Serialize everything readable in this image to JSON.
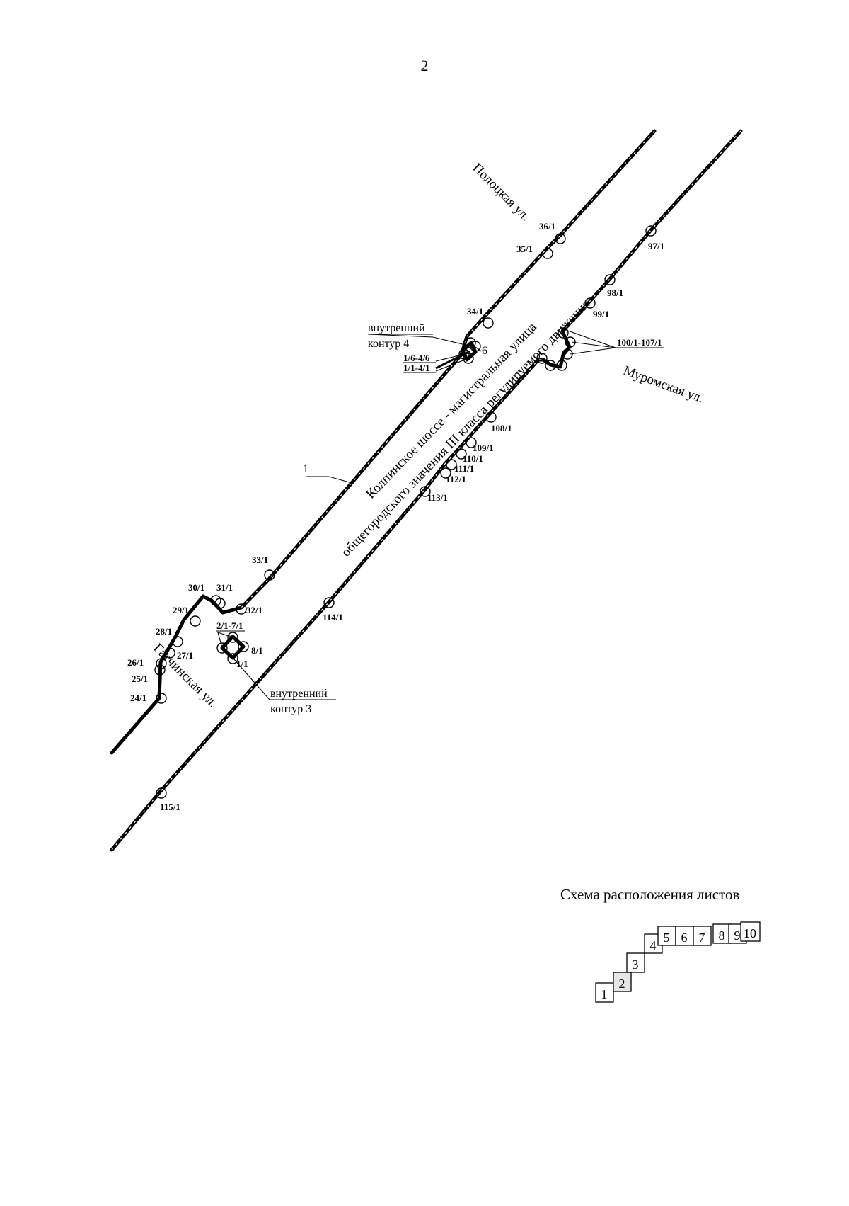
{
  "page": {
    "number": "2"
  },
  "streets": {
    "polotskaya": "Полоцкая ул.",
    "muromskaya": "Муромская ул.",
    "gatchinskaya": "Гатчинская ул."
  },
  "road": {
    "line1": "Колпинское шоссе - магистральная улица",
    "line2": "общегородского значения III класса регулируемого движения"
  },
  "contours": {
    "inner4_line1": "внутренний",
    "inner4_line2": "контур 4",
    "inner3_line1": "внутренний",
    "inner3_line2": "контур 3",
    "contour1_label": "1",
    "contour6_label": "6"
  },
  "points": {
    "p36": "36/1",
    "p35": "35/1",
    "p34": "34/1",
    "p16_46": "1/6-4/6",
    "p11_41": "1/1-4/1",
    "p97": "97/1",
    "p98": "98/1",
    "p99": "99/1",
    "p100_107": "100/1-107/1",
    "p108": "108/1",
    "p109": "109/1",
    "p110": "110/1",
    "p111": "111/1",
    "p112": "112/1",
    "p113": "113/1",
    "p114": "114/1",
    "p115": "115/1",
    "p33": "33/1",
    "p30": "30/1",
    "p31": "31/1",
    "p32": "32/1",
    "p29": "29/1",
    "p28": "28/1",
    "p27": "27/1",
    "p26": "26/1",
    "p25": "25/1",
    "p24": "24/1",
    "p2_7": "2/1-7/1",
    "p8": "8/1",
    "p1": "1/1"
  },
  "scheme": {
    "title": "Схема расположения листов",
    "sheets": [
      "1",
      "2",
      "3",
      "4",
      "5",
      "6",
      "7",
      "8",
      "9",
      "10"
    ],
    "current_sheet": "2"
  }
}
